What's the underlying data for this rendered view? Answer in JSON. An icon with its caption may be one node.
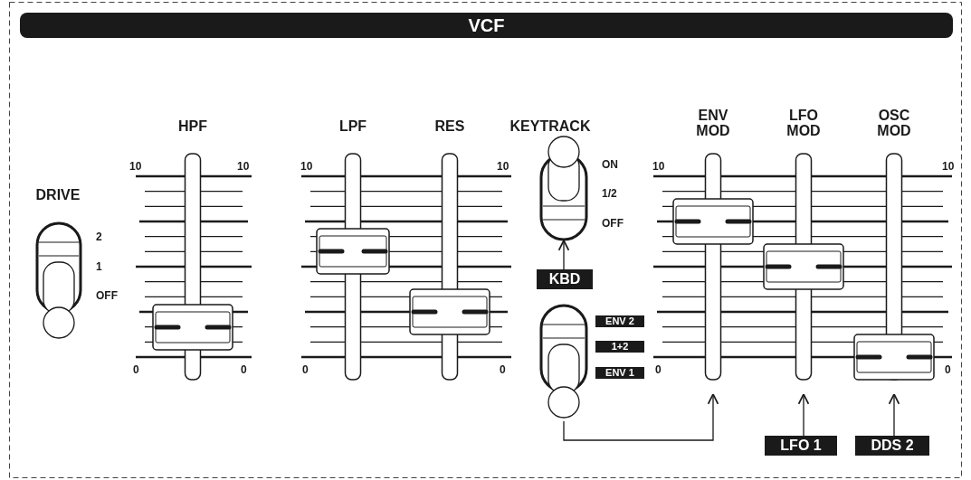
{
  "diagram": {
    "title": "VCF",
    "nodes": [
      {
        "text": [
          "DRIVE"
        ],
        "beside": [
          "2",
          "1",
          "OFF"
        ]
      },
      {
        "text": [
          "HPF"
        ]
      },
      {
        "text": [
          "LPF"
        ]
      },
      {
        "text": [
          "RES"
        ]
      },
      {
        "text": [
          "KEYTRACK"
        ],
        "beside": [
          "ON",
          "1/2",
          "OFF"
        ]
      },
      {
        "text": [
          "KBD"
        ]
      },
      {
        "text": [
          "ENV 2",
          "1+2",
          "ENV 1"
        ]
      },
      {
        "text": [
          "ENV MOD"
        ]
      },
      {
        "text": [
          "LFO MOD"
        ]
      },
      {
        "text": [
          "OSC MOD"
        ]
      },
      {
        "text": [
          "LFO 1"
        ]
      },
      {
        "text": [
          "DDS 2"
        ]
      }
    ],
    "edges": [
      {
        "from": 5,
        "to": 4,
        "arrow": "to"
      },
      {
        "from": 6,
        "to": 7,
        "arrow": "to"
      },
      {
        "from": 10,
        "to": 8,
        "arrow": "to"
      },
      {
        "from": 11,
        "to": 9,
        "arrow": "to"
      }
    ],
    "labels": [
      "10",
      "10",
      "10",
      "10",
      "10",
      "10",
      "0",
      "0",
      "0",
      "0",
      "0",
      "0"
    ]
  }
}
